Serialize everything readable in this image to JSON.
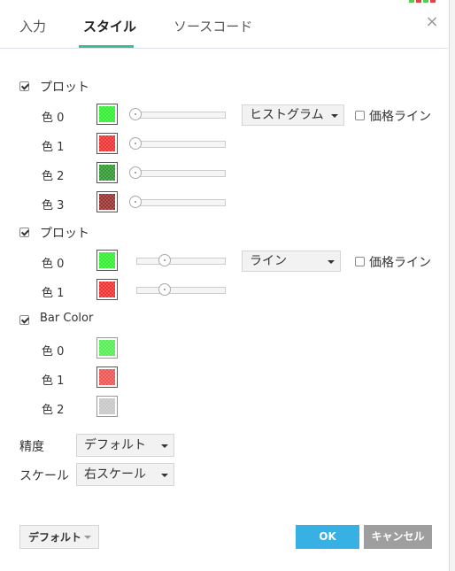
{
  "tabs": [
    {
      "label": "入力"
    },
    {
      "label": "スタイル"
    },
    {
      "label": "ソースコード"
    }
  ],
  "close_glyph": "×",
  "sections": {
    "plot1": {
      "label": "プロット",
      "checked": true,
      "colors": [
        {
          "label": "色 0",
          "color": "#33ee33"
        },
        {
          "label": "色 1",
          "color": "#ee3333"
        },
        {
          "label": "色 2",
          "color": "#339933"
        },
        {
          "label": "色 3",
          "color": "#993333"
        }
      ],
      "plot_type": "ヒストグラム",
      "price_line_label": "価格ライン",
      "price_line_checked": false
    },
    "plot2": {
      "label": "プロット",
      "checked": true,
      "colors": [
        {
          "label": "色 0",
          "color": "#33ee33"
        },
        {
          "label": "色 1",
          "color": "#ee3333"
        }
      ],
      "plot_type": "ライン",
      "price_line_label": "価格ライン",
      "price_line_checked": false
    },
    "bar_color": {
      "label": "Bar Color",
      "checked": true,
      "colors": [
        {
          "label": "色 0",
          "color": "#55ee55"
        },
        {
          "label": "色 1",
          "color": "#ee5555"
        },
        {
          "label": "色 2",
          "color": "#c8c8c8"
        }
      ]
    }
  },
  "precision": {
    "label": "精度",
    "value": "デフォルト"
  },
  "scale": {
    "label": "スケール",
    "value": "右スケール"
  },
  "footer": {
    "defaults_label": "デフォルト",
    "ok_label": "OK",
    "cancel_label": "キャンセル"
  },
  "icons": {
    "close": "close-icon",
    "caret": "caret-down-icon",
    "checkbox": "checkbox-icon"
  }
}
